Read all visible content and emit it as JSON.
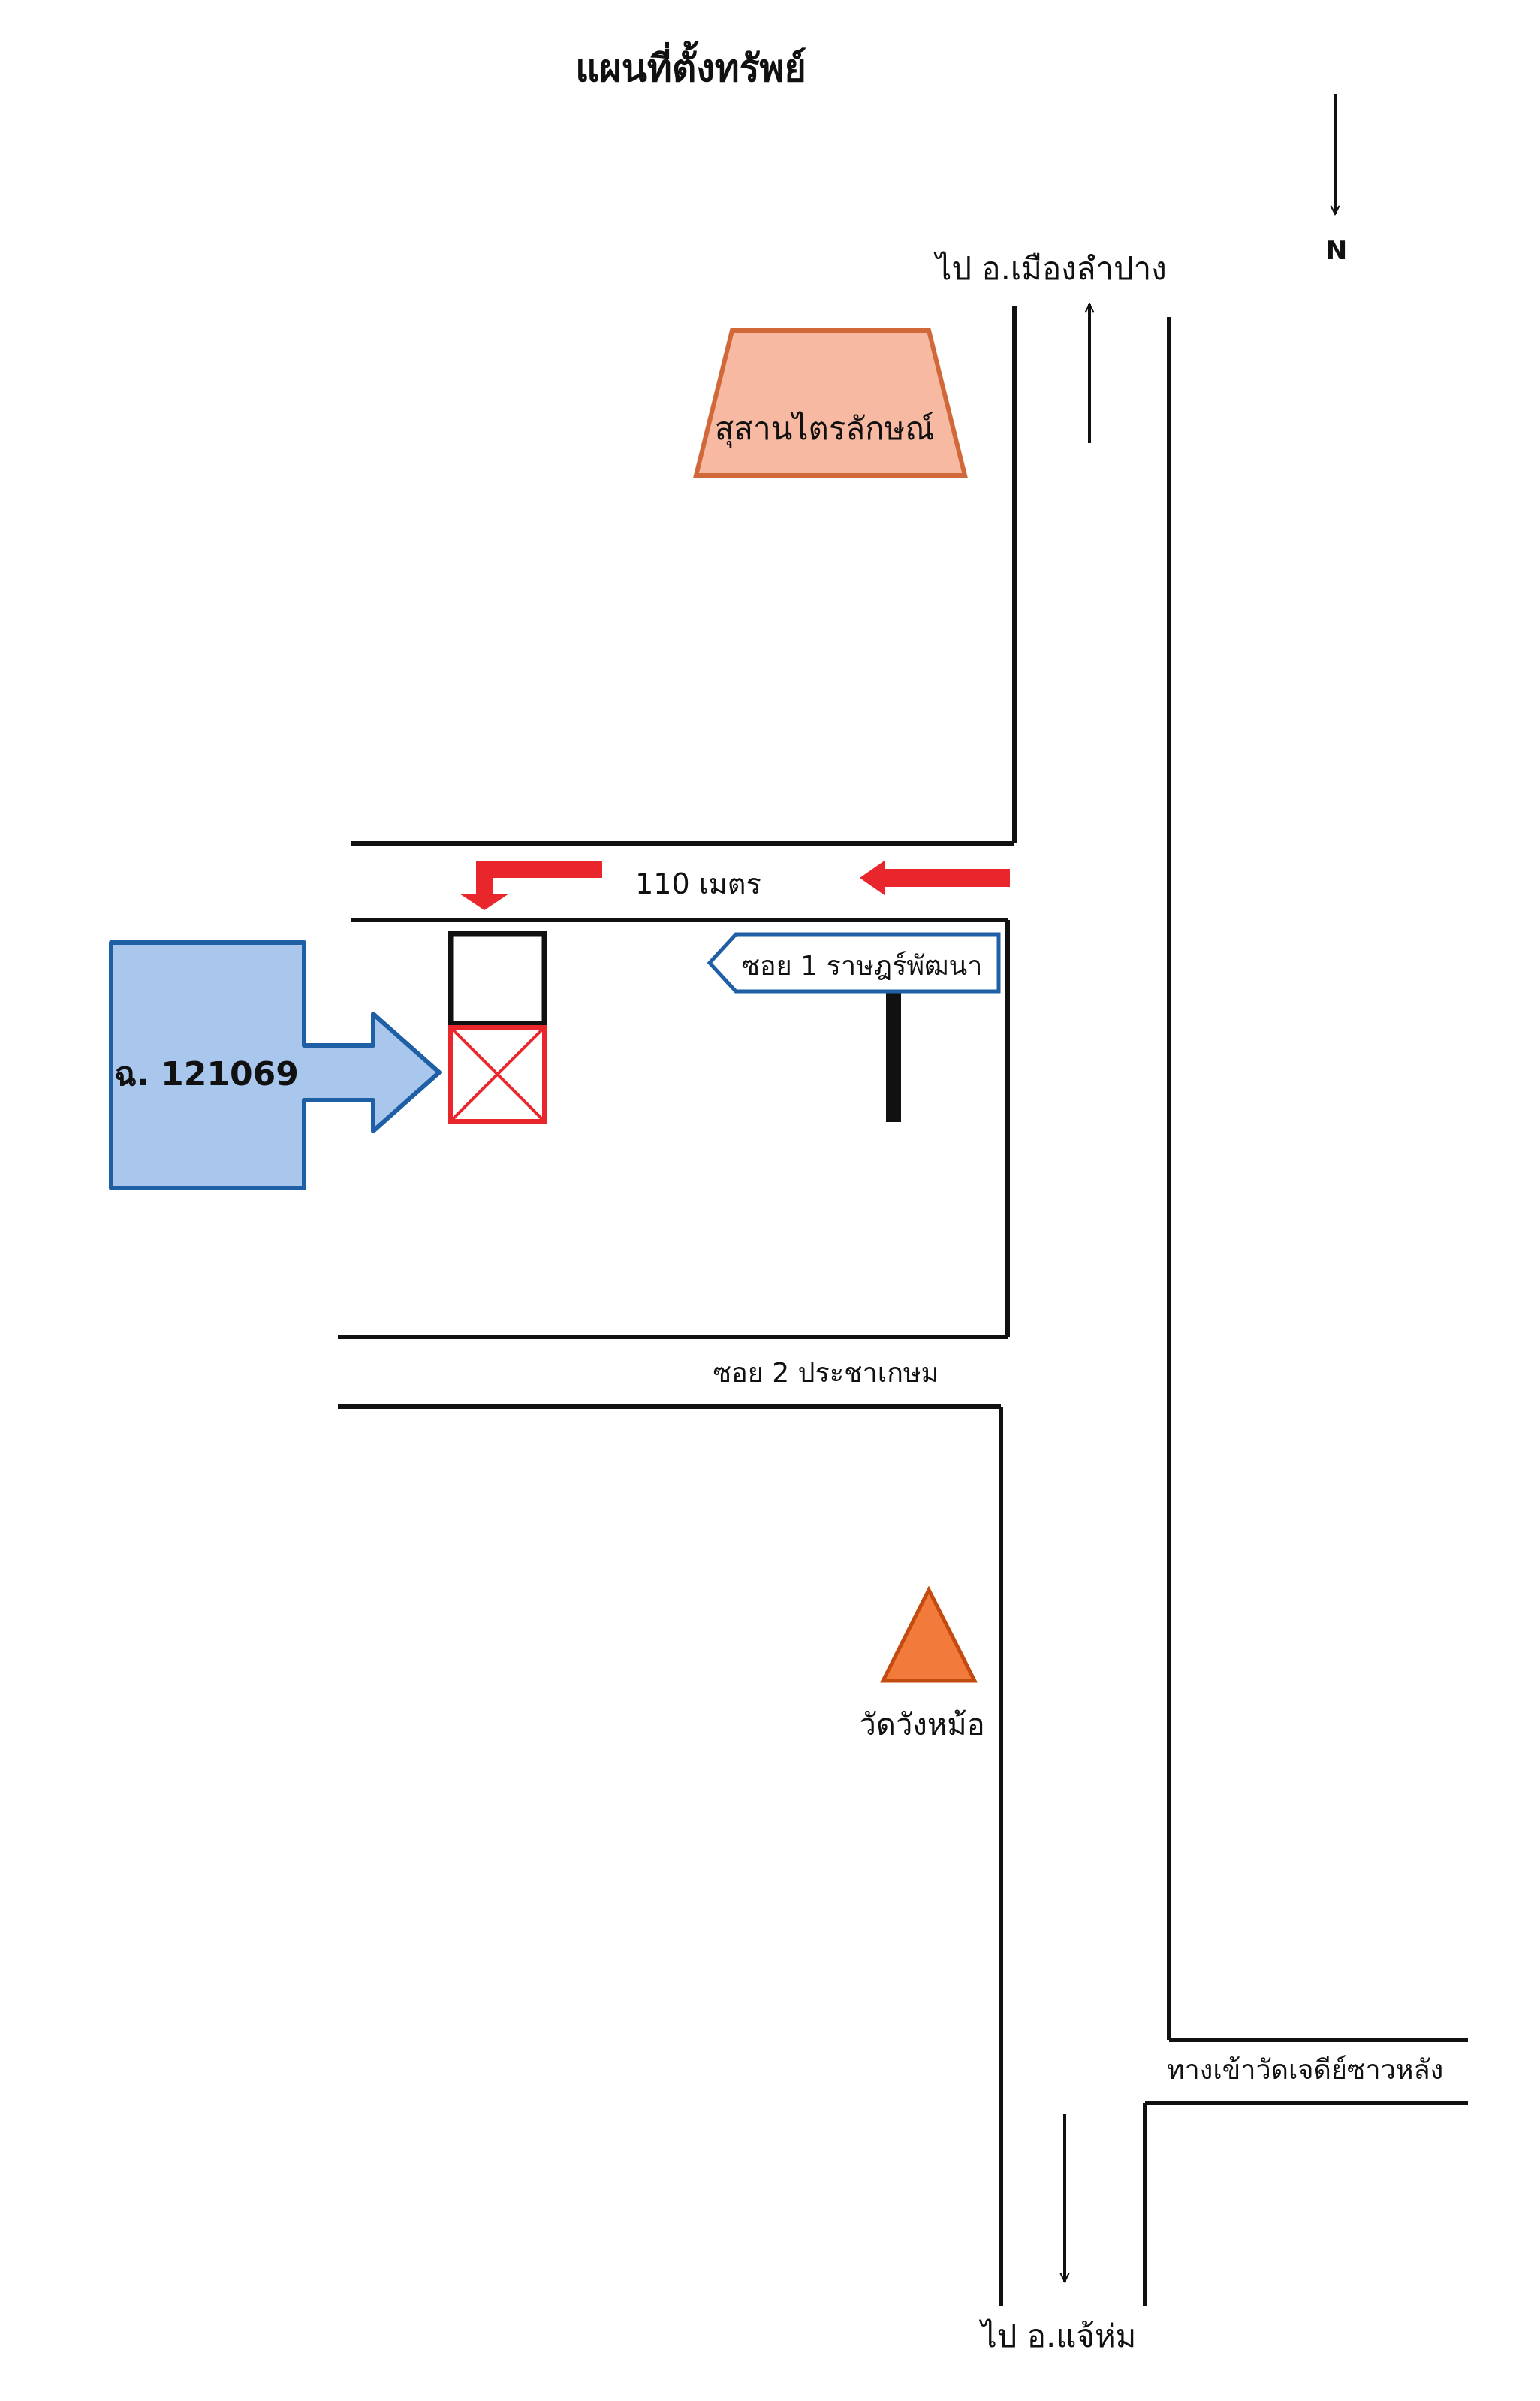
{
  "title": "แผนที่ตั้งทรัพย์",
  "north_label": "N",
  "labels": {
    "to_lampang": "ไป อ.เมืองลำปาง",
    "cemetery": "สุสานไตรลักษณ์",
    "distance": "110 เมตร",
    "soi1": "ซอย 1 ราษฎร์พัฒนา",
    "deed": "ฉ. 121069",
    "soi2": "ซอย 2 ประชาเกษม",
    "temple": "วัดวังหม้อ",
    "temple_road": "ทางเข้าวัดเจดีย์ซาวหลัง",
    "to_chaehom": "ไป อ.แจ้ห่ม"
  },
  "colors": {
    "road": "#111111",
    "arrow_red": "#e8262b",
    "cemetery_fill": "#f7b9a2",
    "cemetery_stroke": "#d0683a",
    "deed_fill": "#a9c6ec",
    "deed_stroke": "#1f5fa5",
    "sign_stroke": "#1f5fa5",
    "plot_stroke": "#e8262b",
    "house_stroke": "#111111",
    "temple_fill": "#f27a3a",
    "temple_stroke": "#c44b10"
  },
  "icons": [
    "north-arrow-icon",
    "direction-arrow-icon",
    "temple-triangle-icon",
    "street-sign-icon",
    "plot-marker-icon"
  ]
}
